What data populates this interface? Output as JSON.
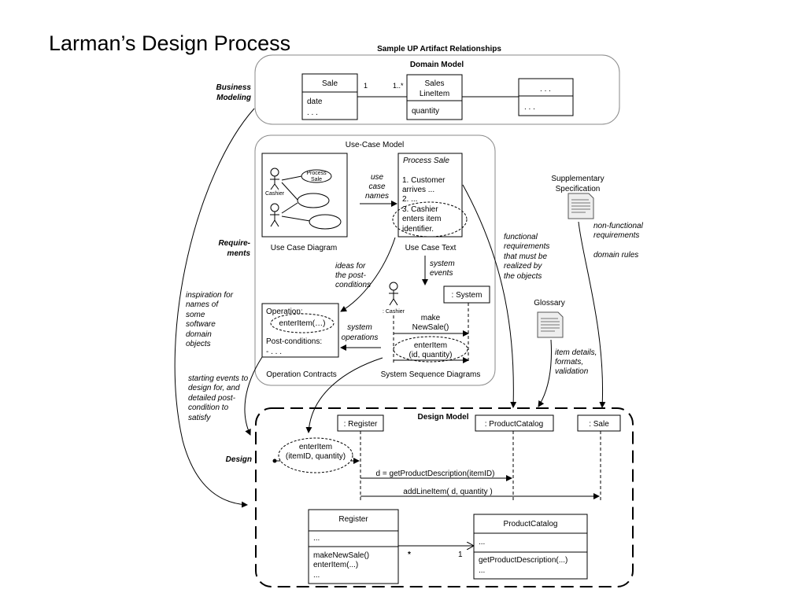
{
  "title": "Larman’s Design Process",
  "subtitle": "Sample UP Artifact Relationships",
  "domain_model": {
    "label": "Domain Model",
    "sale": {
      "name": "Sale",
      "attr1": "date",
      "attr2": ". . ."
    },
    "line_item": {
      "name1": "Sales",
      "name2": "LineItem",
      "attr": "quantity"
    },
    "other": {
      "name": ". . .",
      "attr": ". . ."
    },
    "mult_one": "1",
    "mult_many": "1..*"
  },
  "side_labels": {
    "business_1": "Business",
    "business_2": "Modeling",
    "req_1": "Require-",
    "req_2": "ments",
    "design": "Design"
  },
  "use_case_model": {
    "label": "Use-Case Model",
    "process_sale": "Process Sale",
    "diagram_actor": "Cashier",
    "diagram_usecase_1": "Process",
    "diagram_usecase_2": "Sale",
    "diagram_caption": "Use Case Diagram",
    "text_lines": [
      "1. Customer",
      "arrives ...",
      "2. ...",
      "3. Cashier",
      "enters item",
      "identifier."
    ],
    "text_caption": "Use Case Text",
    "use_case_names": [
      "use",
      "case",
      "names"
    ],
    "system_events": [
      "system",
      "events"
    ],
    "ideas_post": [
      "ideas for",
      "the post-",
      "conditions"
    ],
    "system_label": ": System",
    "cashier_label": ": Cashier",
    "make_new_sale": [
      "make",
      "NewSale()"
    ],
    "enter_item": [
      "enterItem",
      "(id, quantity)"
    ],
    "ssd_caption": "System Sequence Diagrams",
    "operation": "Operation:",
    "enter_item_op": "enterItem(…)",
    "post_conditions": "Post-conditions:",
    "post_dots": "- . . .",
    "contracts_caption": "Operation Contracts",
    "system_operations": [
      "system",
      "operations"
    ]
  },
  "supplementary": {
    "label_1": "Supplementary",
    "label_2": "Specification",
    "nonfunc": [
      "non-functional",
      "requirements"
    ],
    "domain_rules": "domain rules"
  },
  "glossary": {
    "label": "Glossary",
    "details": [
      "item details,",
      "formats,",
      "validation"
    ]
  },
  "annotations": {
    "functional": [
      "functional",
      "requirements",
      "that must be",
      "realized by",
      "the objects"
    ],
    "inspiration": [
      "inspiration for",
      "names of",
      "some",
      "software",
      "domain",
      "objects"
    ],
    "starting": [
      "starting events to",
      "design for, and",
      "detailed post-",
      "condition to",
      "satisfy"
    ]
  },
  "design_model": {
    "label": "Design Model",
    "register_obj": ": Register",
    "catalog_obj": ": ProductCatalog",
    "sale_obj": ": Sale",
    "enter_item": [
      "enterItem",
      "(itemID, quantity)"
    ],
    "msg_get_desc": "d = getProductDescription(itemID)",
    "msg_add_line": "addLineItem( d, quantity )",
    "register_class": {
      "name": "Register",
      "attrs": "...",
      "ops": [
        "makeNewSale()",
        "enterItem(...)",
        "..."
      ]
    },
    "catalog_class": {
      "name": "ProductCatalog",
      "attrs": "...",
      "ops": [
        "getProductDescription(...)",
        "..."
      ]
    },
    "assoc_star": "*",
    "assoc_one": "1"
  }
}
